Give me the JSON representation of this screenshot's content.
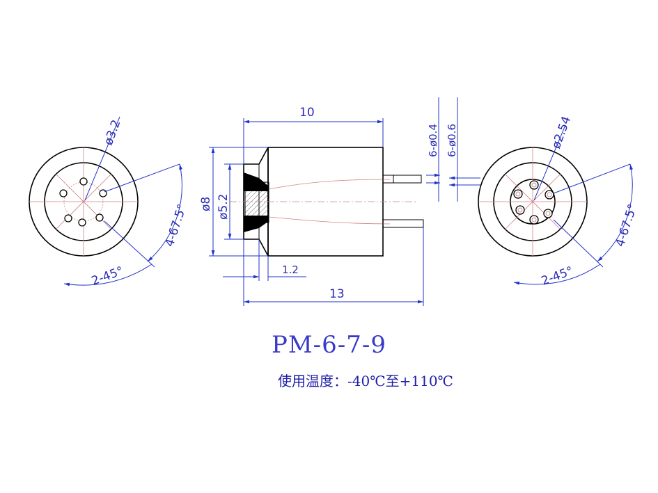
{
  "part_number": "PM-6-7-9",
  "temperature_note": "使用温度：-40℃至+110℃",
  "left_view": {
    "diameter": "ø3.2",
    "angle_spacing": "4-67.5°",
    "start_angle": "2-45°"
  },
  "side_view": {
    "body_length": "10",
    "total_length": "13",
    "outer_diameter": "ø8",
    "insert_diameter": "ø5.2",
    "step": "1.2",
    "pin_diameter_1": "6-ø0.4",
    "pin_diameter_2": "6-ø0.6"
  },
  "right_view": {
    "diameter": "ø2.54",
    "angle_spacing": "4-67.5°",
    "start_angle": "2-45°"
  },
  "colors": {
    "outline": "#000000",
    "dimension": "#2233c8",
    "centerline": "#d08080",
    "title": "#3a3ac8"
  }
}
